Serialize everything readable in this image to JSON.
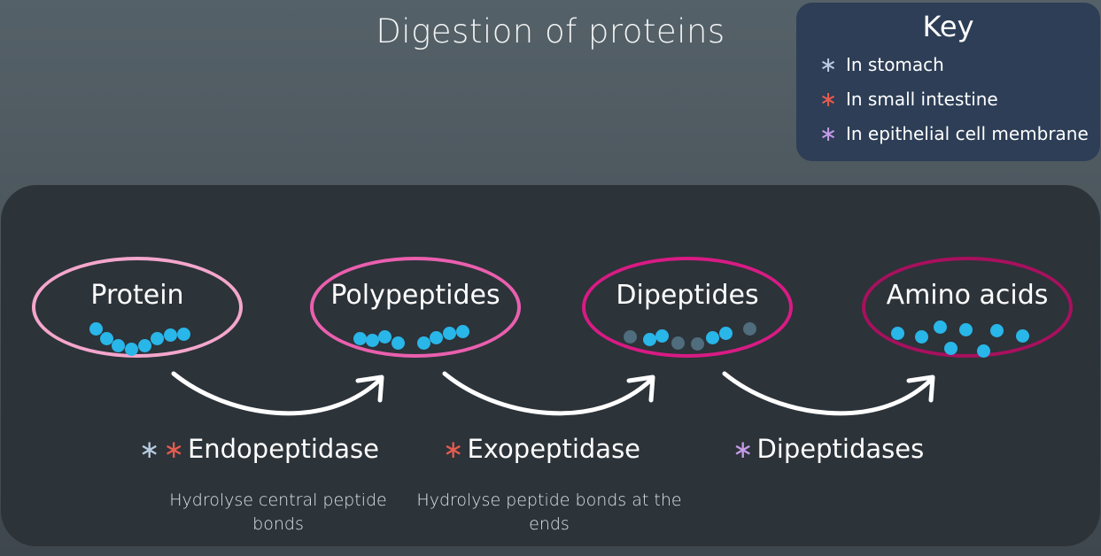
{
  "title": "Digestion of proteins",
  "key": {
    "title": "Key",
    "items": [
      {
        "symbol": "∗",
        "label": "In stomach",
        "color": "#b8cbe0"
      },
      {
        "symbol": "∗",
        "label": "In small intestine",
        "color": "#e85c4e"
      },
      {
        "symbol": "∗",
        "label": "In epithelial cell membrane",
        "color": "#c69be8"
      }
    ]
  },
  "stages": [
    {
      "label": "Protein",
      "border_color": "#f4a6cc"
    },
    {
      "label": "Polypeptides",
      "border_color": "#ea5fae"
    },
    {
      "label": "Dipeptides",
      "border_color": "#d81b84"
    },
    {
      "label": "Amino acids",
      "border_color": "#a8105e"
    }
  ],
  "dot_colors": {
    "primary": "#29b6e8",
    "dark": "#4f6d7c"
  },
  "enzymes": [
    {
      "name": "Endopeptidase",
      "stars": [
        "∗",
        "∗"
      ],
      "description": "Hydrolyse central peptide bonds"
    },
    {
      "name": "Exopeptidase",
      "stars": [
        "∗"
      ],
      "description": "Hydrolyse peptide bonds at the ends"
    },
    {
      "name": "Dipeptidases",
      "stars": [
        "∗"
      ],
      "description": ""
    }
  ]
}
